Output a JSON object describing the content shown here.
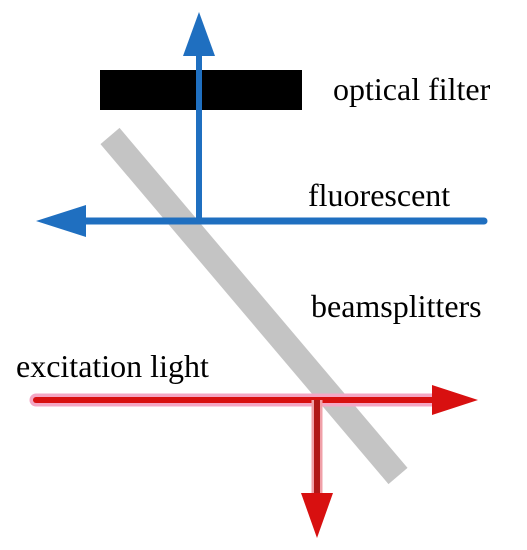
{
  "labels": {
    "optical_filter": "optical filter",
    "fluorescent": "fluorescent",
    "beamsplitters": "beamsplitters",
    "excitation_light": "excitation light"
  },
  "colors": {
    "fluorescent_beam": "#1f6fc0",
    "excitation_beam": "#d81010",
    "excitation_halo": "#f4a6c4",
    "excitation_down_beam": "#b01818",
    "filter": "#000000",
    "beamsplitter": "#c4c4c4",
    "text": "#000000"
  },
  "icons": {
    "fluorescent_up": "arrow-up-icon",
    "fluorescent_left": "arrow-left-icon",
    "excitation_right": "arrow-right-icon",
    "excitation_down": "arrow-down-icon"
  }
}
